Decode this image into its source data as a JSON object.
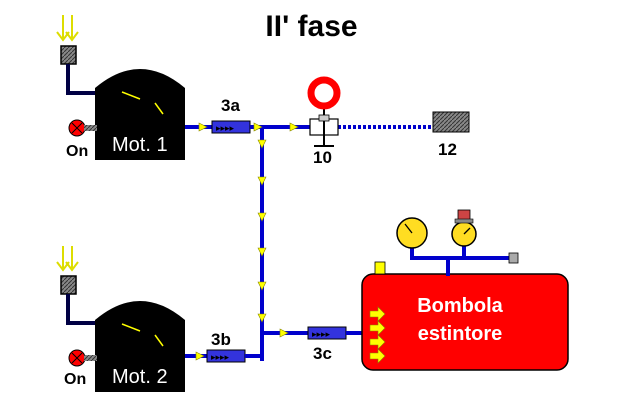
{
  "title": "II' fase",
  "labels": {
    "valve_3a": "3a",
    "valve_3b": "3b",
    "valve_3c": "3c",
    "valve_10": "10",
    "valve_12": "12"
  },
  "motors": [
    {
      "label": "Mot. 1",
      "switch": "On"
    },
    {
      "label": "Mot. 2",
      "switch": "On"
    }
  ],
  "tank": {
    "line1": "Bombola",
    "line2": "estintore"
  },
  "colors": {
    "pipe": "#0000cc",
    "arrow": "#ffff00",
    "tank": "#ff0000",
    "motor": "#000000",
    "valve": "#3333dd",
    "gauge": "#ffdd22",
    "switch": "#ff0000"
  }
}
